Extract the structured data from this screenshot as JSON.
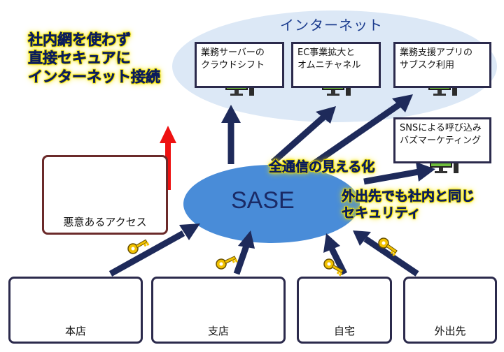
{
  "internet": {
    "title": "インターネット"
  },
  "callout_left": {
    "lines": [
      "社内網を使わず",
      "直接セキュアに",
      "インターネット接続"
    ]
  },
  "callout_visibility": {
    "text": "全通信の見える化"
  },
  "callout_security": {
    "lines": [
      "外出先でも社内と同じ",
      "セキュリティ"
    ]
  },
  "sase": {
    "label": "SASE"
  },
  "services": [
    {
      "lines": [
        "業務サーバーの",
        "クラウドシフト"
      ]
    },
    {
      "lines": [
        "EC事業拡大と",
        "オムニチャネル"
      ]
    },
    {
      "lines": [
        "業務支援アプリの",
        "サブスク利用"
      ]
    },
    {
      "lines": [
        "SNSによる呼び込み",
        "バズマーケティング"
      ]
    }
  ],
  "malicious": {
    "label": "悪意あるアクセス"
  },
  "locations": [
    {
      "label": "本店"
    },
    {
      "label": "支店"
    },
    {
      "label": "自宅"
    },
    {
      "label": "外出先"
    }
  ],
  "colors": {
    "arrow": "#1e2a5a",
    "bad_arrow": "#ee1111",
    "cloud": "#dce8f6",
    "sase_fill": "#3f86d6",
    "key": "#f2c200"
  }
}
